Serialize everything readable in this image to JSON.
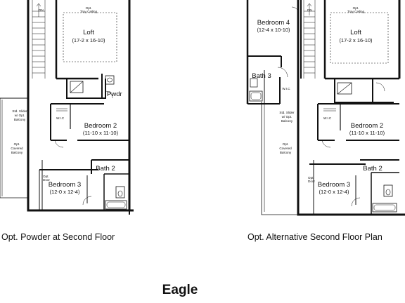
{
  "plan_left": {
    "loft": {
      "name": "Loft",
      "dim": "(17-2 x 16-10)"
    },
    "loft_note_1": "Opt.",
    "loft_note_2": "Tray Ceiling",
    "dn": "DN",
    "powder": {
      "name": "Pwdr"
    },
    "bedroom2": {
      "name": "Bedroom 2",
      "dim": "(11-10 x 11-10)"
    },
    "wic": "W.I.C",
    "bath2": {
      "name": "Bath 2"
    },
    "bedroom3": {
      "name": "Bedroom 3",
      "dim": "(12-0 x 12-4)"
    },
    "slider_1": "Std. Slider",
    "slider_2": "w/ Opt.",
    "slider_3": "Balcony",
    "balcony_1": "Opt.",
    "balcony_2": "Covered",
    "balcony_3": "Balcony",
    "door_1": "Opt.",
    "door_2": "Door"
  },
  "plan_right": {
    "loft": {
      "name": "Loft",
      "dim": "(17-2 x 16-10)"
    },
    "loft_note_1": "Opt.",
    "loft_note_2": "Tray Ceiling",
    "dn": "DN",
    "bedroom4": {
      "name": "Bedroom 4",
      "dim": "(12-4 x 10-10)"
    },
    "bath3": {
      "name": "Bath 3"
    },
    "wic_bed4": "W.I.C",
    "bedroom2": {
      "name": "Bedroom 2",
      "dim": "(11-10 x 11-10)"
    },
    "wic": "W.I.C",
    "bath2": {
      "name": "Bath 2"
    },
    "bedroom3": {
      "name": "Bedroom 3",
      "dim": "(12-0 x 12-4)"
    },
    "slider_1": "Std. Slider",
    "slider_2": "w/ Opt.",
    "slider_3": "Balcony",
    "balcony_1": "Opt.",
    "balcony_2": "Covered",
    "balcony_3": "Balcony",
    "door_1": "Opt.",
    "door_2": "Door"
  },
  "captions": {
    "left": "Opt. Powder at Second Floor",
    "right": "Opt. Alternative Second Floor Plan"
  },
  "title": "Eagle"
}
